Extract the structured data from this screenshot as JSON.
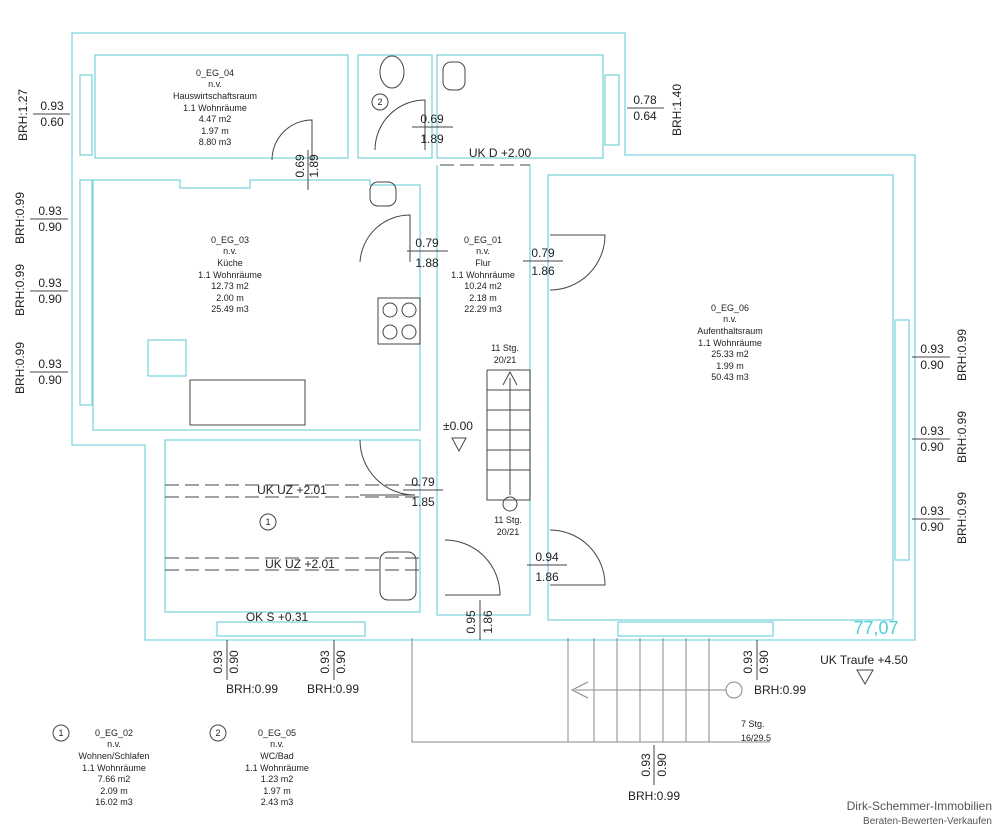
{
  "rooms": {
    "eg04": [
      "0_EG_04",
      "n.v.",
      "Hauswirtschaftsraum",
      "1.1 Wohnräume",
      "4.47 m2",
      "1.97 m",
      "8.80 m3"
    ],
    "eg03": [
      "0_EG_03",
      "n.v.",
      "Küche",
      "1.1 Wohnräume",
      "12.73 m2",
      "2.00 m",
      "25.49 m3"
    ],
    "eg01": [
      "0_EG_01",
      "n.v.",
      "Flur",
      "1.1 Wohnräume",
      "10.24 m2",
      "2.18 m",
      "22.29 m3"
    ],
    "eg06": [
      "0_EG_06",
      "n.v.",
      "Aufenthaltsraum",
      "1.1 Wohnräume",
      "25.33 m2",
      "1.99 m",
      "50.43 m3"
    ]
  },
  "legend": [
    {
      "marker": "1",
      "lines": [
        "0_EG_02",
        "n.v.",
        "Wohnen/Schlafen",
        "1.1 Wohnräume",
        "7.66 m2",
        "2.09 m",
        "16.02 m3"
      ]
    },
    {
      "marker": "2",
      "lines": [
        "0_EG_05",
        "n.v.",
        "WC/Bad",
        "1.1 Wohnräume",
        "1.23 m2",
        "1.97 m",
        "2.43 m3"
      ]
    }
  ],
  "windows": [
    {
      "w": "0.93",
      "h": "0.60",
      "brh": "BRH:1.27"
    },
    {
      "w": "0.93",
      "h": "0.90",
      "brh": "BRH:0.99"
    },
    {
      "w": "0.93",
      "h": "0.90",
      "brh": "BRH:0.99"
    },
    {
      "w": "0.93",
      "h": "0.90",
      "brh": "BRH:0.99"
    },
    {
      "w": "0.78",
      "h": "0.64",
      "brh": "BRH:1.40"
    },
    {
      "w": "0.93",
      "h": "0.90",
      "brh": "BRH:0.99"
    },
    {
      "w": "0.93",
      "h": "0.90",
      "brh": "BRH:0.99"
    },
    {
      "w": "0.93",
      "h": "0.90",
      "brh": "BRH:0.99"
    },
    {
      "w": "0.93",
      "h": "0.90",
      "brh": "BRH:0.99"
    },
    {
      "w": "0.93",
      "h": "0.90",
      "brh": "BRH:0.99"
    },
    {
      "w": "0.93",
      "h": "0.90",
      "brh": "BRH:0.99"
    },
    {
      "w": "0.93",
      "h": "0.90",
      "brh": "BRH:0.99"
    }
  ],
  "doors": [
    {
      "w": "0.69",
      "h": "1.89"
    },
    {
      "w": "0.69",
      "h": "1.89"
    },
    {
      "w": "0.79",
      "h": "1.88"
    },
    {
      "w": "0.79",
      "h": "1.86"
    },
    {
      "w": "0.79",
      "h": "1.85"
    },
    {
      "w": "0.94",
      "h": "1.86"
    },
    {
      "w": "0.95",
      "h": "1.86"
    }
  ],
  "levels": {
    "ukd": "UK D +2.00",
    "zero": "±0.00",
    "ukuz1": "UK UZ +2.01",
    "ukuz2": "UK UZ +2.01",
    "oks": "OK S +0.31",
    "traufe": "UK Traufe +4.50",
    "height": "77,07"
  },
  "stairs": {
    "top": [
      "11 Stg.",
      "20/21"
    ],
    "bottom": [
      "11 Stg.",
      "20/21"
    ],
    "outer": [
      "7 Stg.",
      "16/29.5"
    ]
  },
  "markers": {
    "room1": "1",
    "room2": "2"
  },
  "footer": {
    "company": "Dirk-Schemmer-Immobilien",
    "slogan": "Beraten-Bewerten-Verkaufen"
  },
  "colors": {
    "wall": "#7fd6df",
    "height_label": "#4fd0dc"
  }
}
